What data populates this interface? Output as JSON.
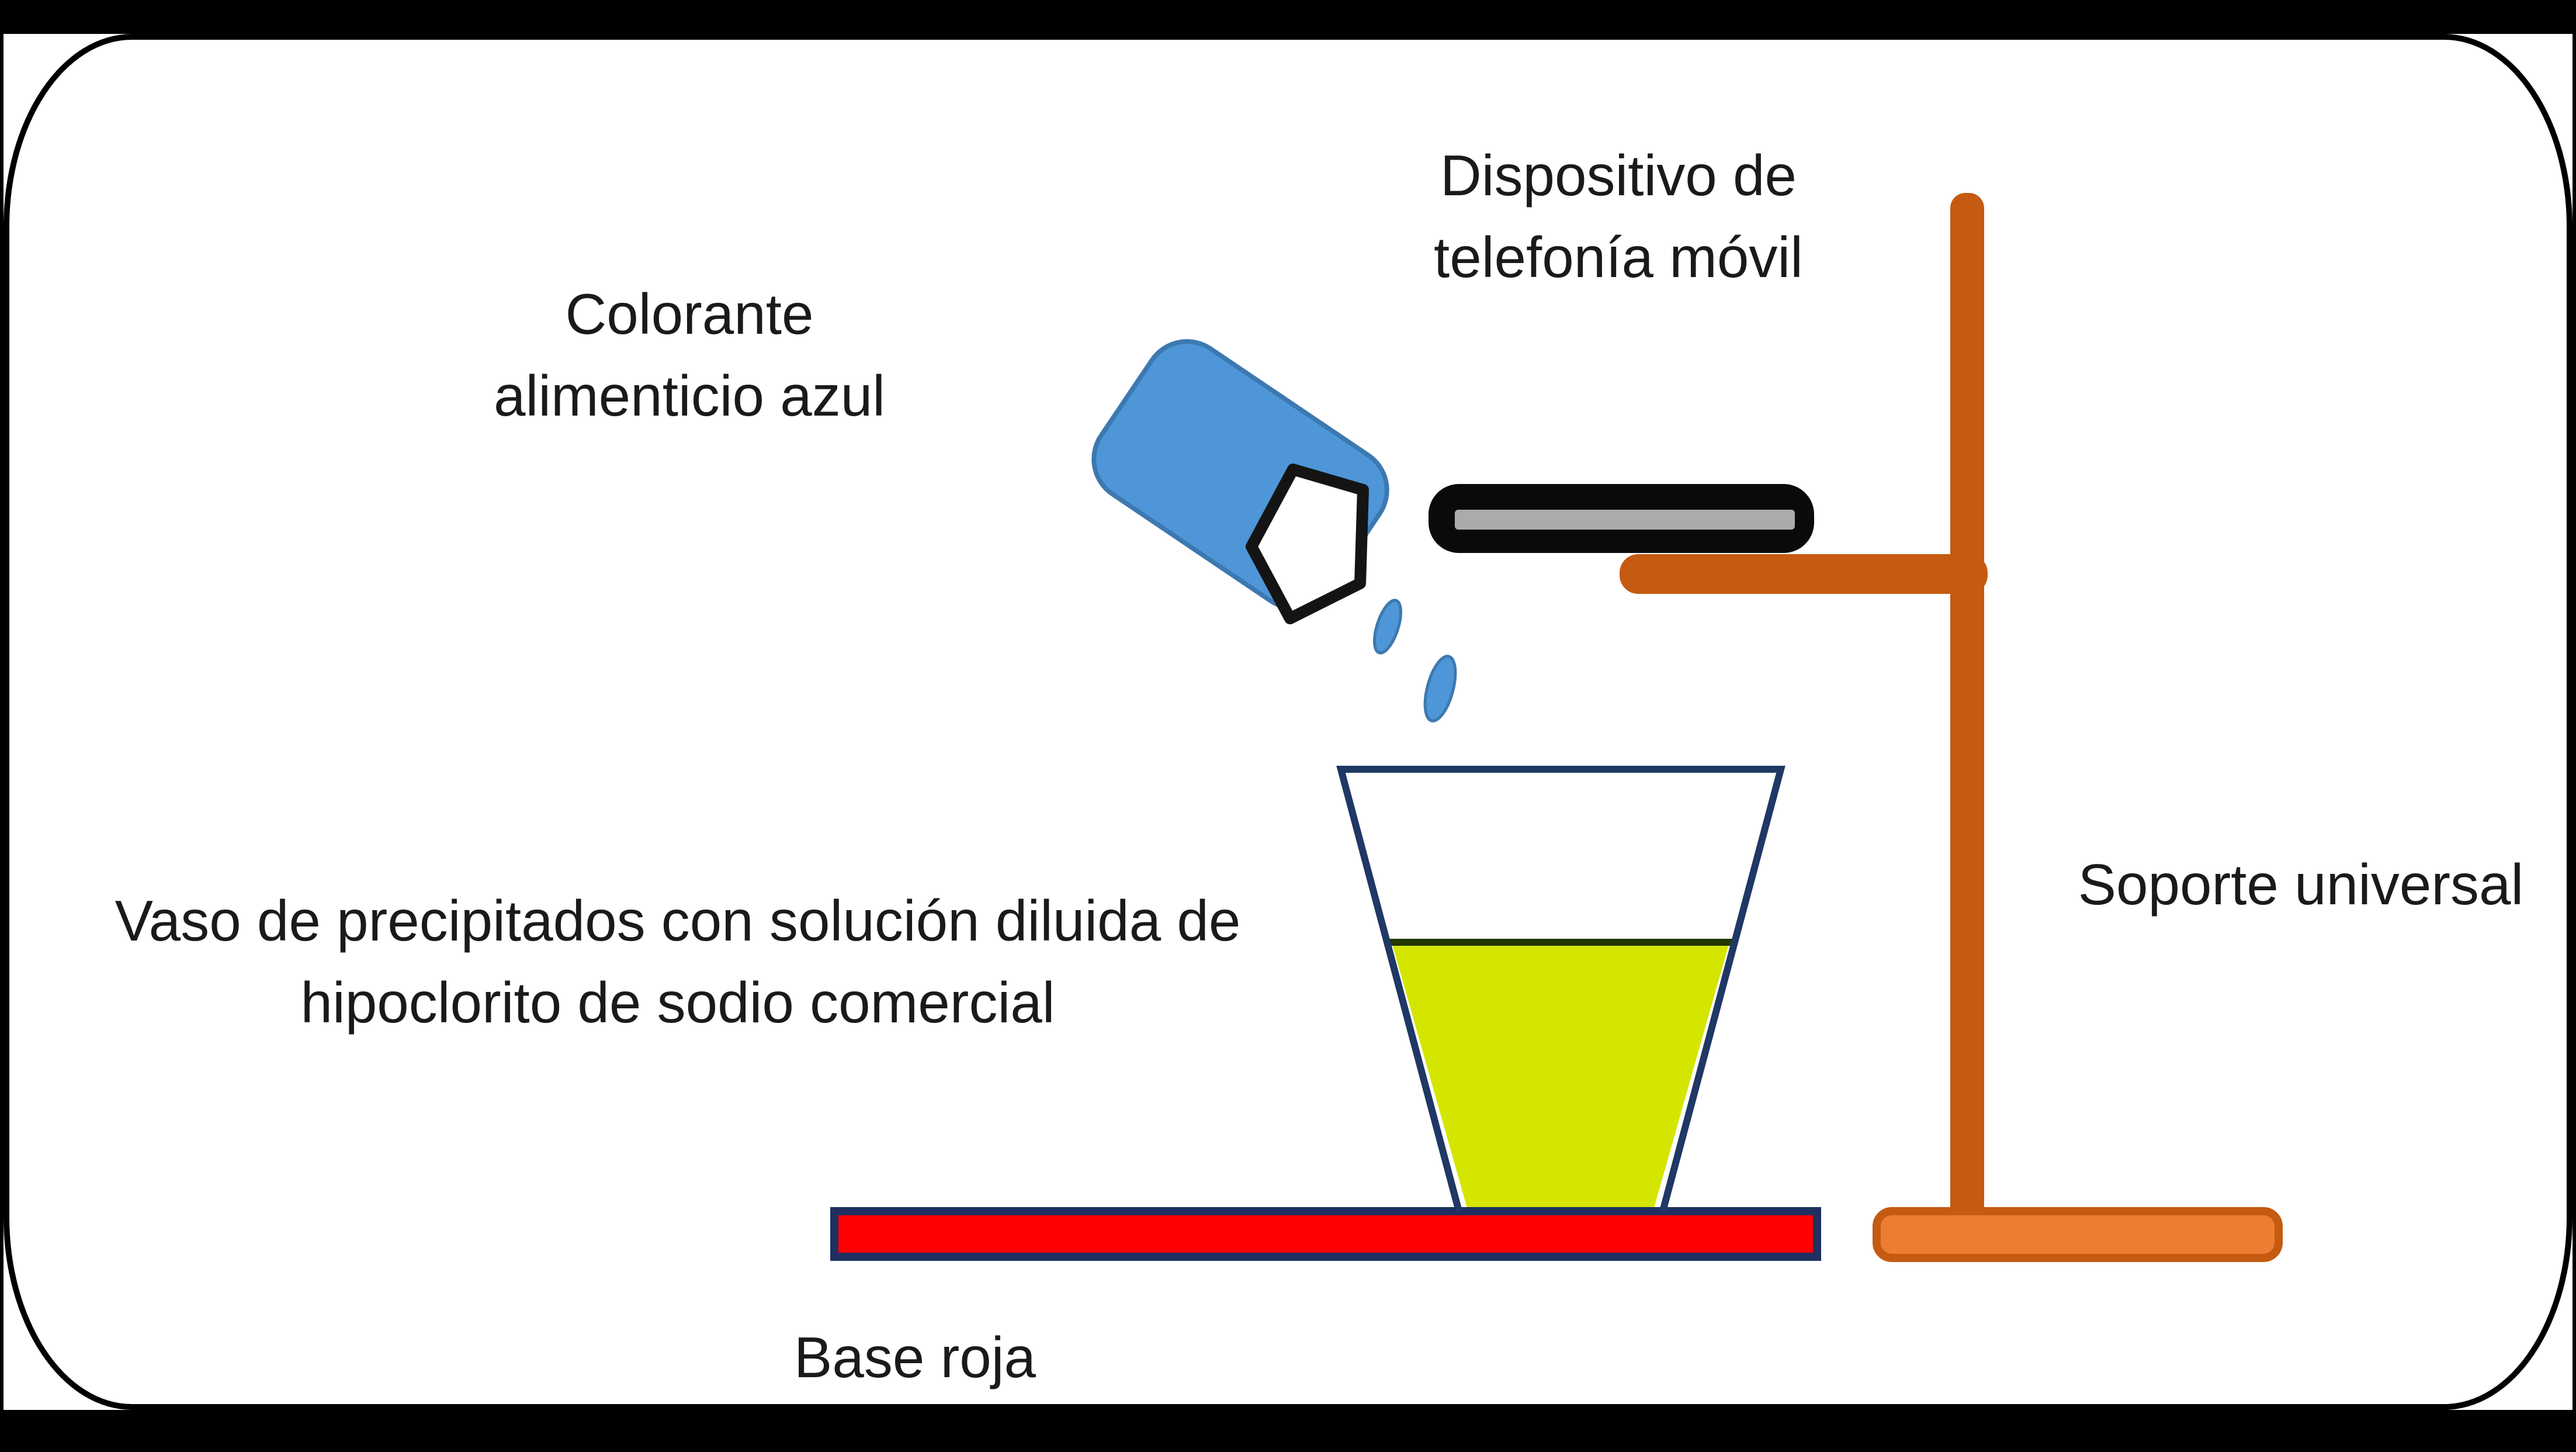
{
  "figure": {
    "labels": {
      "colorante": {
        "line1": "Colorante",
        "line2": "alimenticio azul"
      },
      "dispositivo": {
        "line1": "Dispositivo de",
        "line2": "telefonía móvil"
      },
      "vaso": {
        "line1": "Vaso de precipitados con solución diluida de",
        "line2": "hipoclorito de sodio comercial"
      },
      "soporte": {
        "label": "Soporte universal"
      },
      "base": {
        "label": "Base roja"
      }
    },
    "colors": {
      "background": "#FFFFFF",
      "frame": "#000000",
      "text": "#1A1A1A",
      "bottle_blue": "#4E96D8",
      "bottle_border": "#3D79B0",
      "liquid_green": "#D4E600",
      "liquid_line": "#203800",
      "beaker_outline": "#1F3864",
      "base_red": "#FF0000",
      "base_red_border": "#1F3060",
      "stand_orange": "#C55A11",
      "stand_base_fill": "#ED7D31",
      "phone_black": "#0A0A0A",
      "phone_screen_gray": "#ABABAB"
    }
  }
}
